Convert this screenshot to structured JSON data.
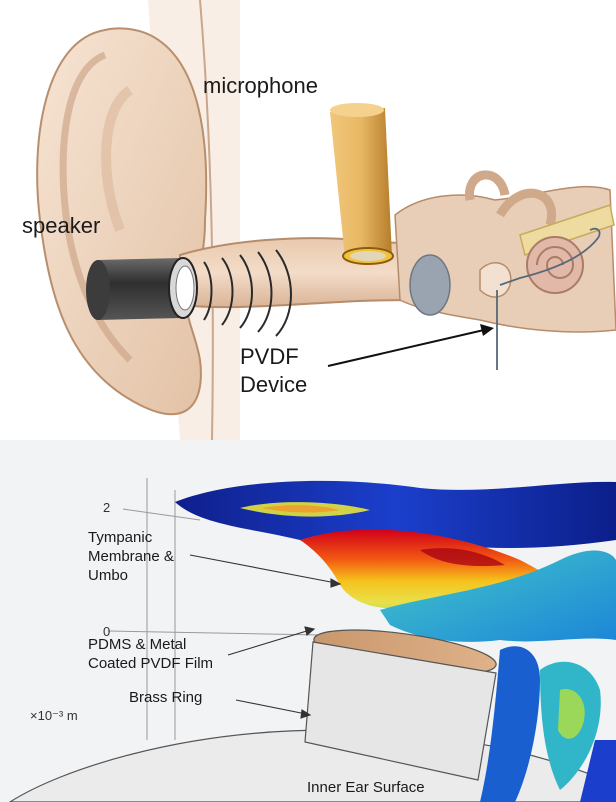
{
  "top": {
    "microphone_label": "microphone",
    "speaker_label": "speaker",
    "device_label_line1": "PVDF",
    "device_label_line2": "Device"
  },
  "bottom": {
    "tick_2": "2",
    "tick_0": "0",
    "scale_label": "×10⁻³ m",
    "tympanic_line1": "Tympanic",
    "tympanic_line2": "Membrane &",
    "tympanic_line3": "Umbo",
    "pdms_line1": "PDMS & Metal",
    "pdms_line2": "Coated PVDF Film",
    "brass_label": "Brass Ring",
    "inner_ear_label": "Inner Ear Surface"
  },
  "colors": {
    "skin": "#ecd3bc",
    "skin_dark": "#c9a58a",
    "microphone_gold": "#d9a24a",
    "speaker_dark": "#3a3a3a",
    "pvdf_film": "#d8ab82",
    "background_panel": "#f1f3f4"
  },
  "icons": [
    "ear-illustration",
    "microphone-cylinder",
    "speaker-cylinder",
    "sound-wave-arcs",
    "cochlea-shape",
    "fem-membrane-mesh"
  ]
}
